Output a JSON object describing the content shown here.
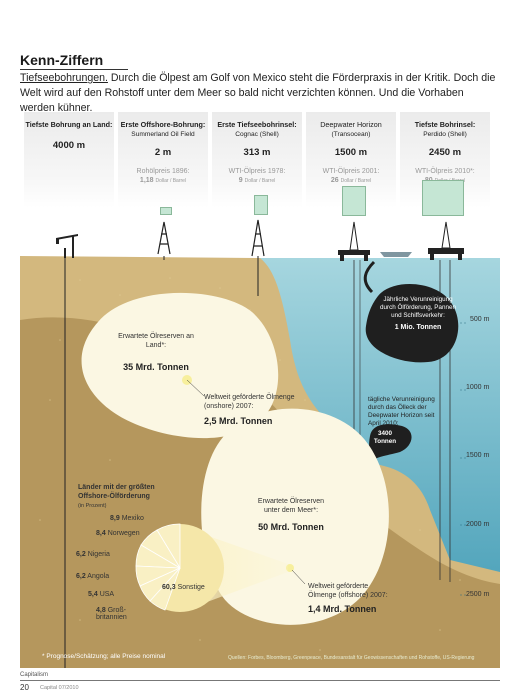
{
  "header": {
    "title": "Kenn-Ziffern",
    "lead": "Tiefseebohrungen.",
    "intro": "Durch die Ölpest am Golf von Mexico steht die Förderpraxis in der Kritik. Doch die Welt wird auf den Rohstoff unter dem Meer so bald nicht verzichten können. Und die Vorhaben werden kühner."
  },
  "columns": [
    {
      "label": "Tiefste Bohrung an Land:",
      "sub": "",
      "depth": "4000 m",
      "year_label": "",
      "price": "",
      "unit": ""
    },
    {
      "label": "Erste Offshore-Bohrung:",
      "sub": "Summerland Oil Field",
      "depth": "2 m",
      "year_label": "Rohölpreis 1896:",
      "price": "1,18",
      "unit": "Dollar / Barrel"
    },
    {
      "label": "Erste Tiefseebohrinsel:",
      "sub": "Cognac (Shell)",
      "depth": "313 m",
      "year_label": "WTI-Ölpreis 1978:",
      "price": "9",
      "unit": "Dollar / Barrel"
    },
    {
      "label": "Deepwater Horizon",
      "sub": "(Transocean)",
      "depth": "1500 m",
      "year_label": "WTI-Ölpreis 2001:",
      "price": "26",
      "unit": "Dollar / Barrel"
    },
    {
      "label": "Tiefste Bohrinsel:",
      "sub": "Perdido (Shell)",
      "depth": "2450 m",
      "year_label": "WTI-Ölpreis 2010*:",
      "price": "80",
      "unit": "Dollar / Barrel"
    }
  ],
  "depth_axis": [
    "500 m",
    "1000 m",
    "1500 m",
    "2000 m",
    "2500 m"
  ],
  "reserves": {
    "onshore_label": "Erwartete Ölreserven an Land*:",
    "onshore_value": "35 Mrd. Tonnen",
    "onshore_produced_label": "Weltweit geförderte Ölmenge (onshore) 2007:",
    "onshore_produced_value": "2,5 Mrd. Tonnen",
    "offshore_label": "Erwartete Ölreserven unter dem Meer*:",
    "offshore_value": "50 Mrd. Tonnen",
    "offshore_produced_label": "Weltweit geförderte Ölmenge (offshore) 2007:",
    "offshore_produced_value": "1,4 Mrd. Tonnen"
  },
  "pollution": {
    "annual_label": "Jährliche Verunreinigung durch Ölförderung, Pannen und Schiffsverkehr:",
    "annual_value": "1 Mio. Tonnen",
    "leak_label": "tägliche Verunreinigung durch das Ölleck der Deepwater Horizon seit April 2010:",
    "leak_value": "3400 Tonnen"
  },
  "countries": {
    "title": "Länder mit der größten Offshore-Ölförderung",
    "subtitle": "(in Prozent)",
    "items": [
      {
        "value": "8,9",
        "name": "Mexiko"
      },
      {
        "value": "8,4",
        "name": "Norwegen"
      },
      {
        "value": "6,2",
        "name": "Nigeria"
      },
      {
        "value": "6,2",
        "name": "Angola"
      },
      {
        "value": "5,4",
        "name": "USA"
      },
      {
        "value": "4,8",
        "name": "Groß-britannien"
      }
    ],
    "rest_value": "60,3",
    "rest_name": "Sonstige"
  },
  "footnote": "* Prognose/Schätzung; alle Preise nominal",
  "sources": "Quellen: Forbes, Bloomberg, Greenpeace, Bundesanstalt für Geowissenschaften und Rohstoffe, US-Regierung",
  "footer": {
    "section": "Capitalism",
    "page": "20",
    "magazine": "Capital 07/2010"
  },
  "colors": {
    "sand": "#cdb37a",
    "sand_light": "#d9c18b",
    "deep": "#ad9158",
    "sea_top": "#a2d3dd",
    "sea_bottom": "#3e9bb5",
    "reservoir": "#fbf7e3",
    "oil": "#222222"
  }
}
